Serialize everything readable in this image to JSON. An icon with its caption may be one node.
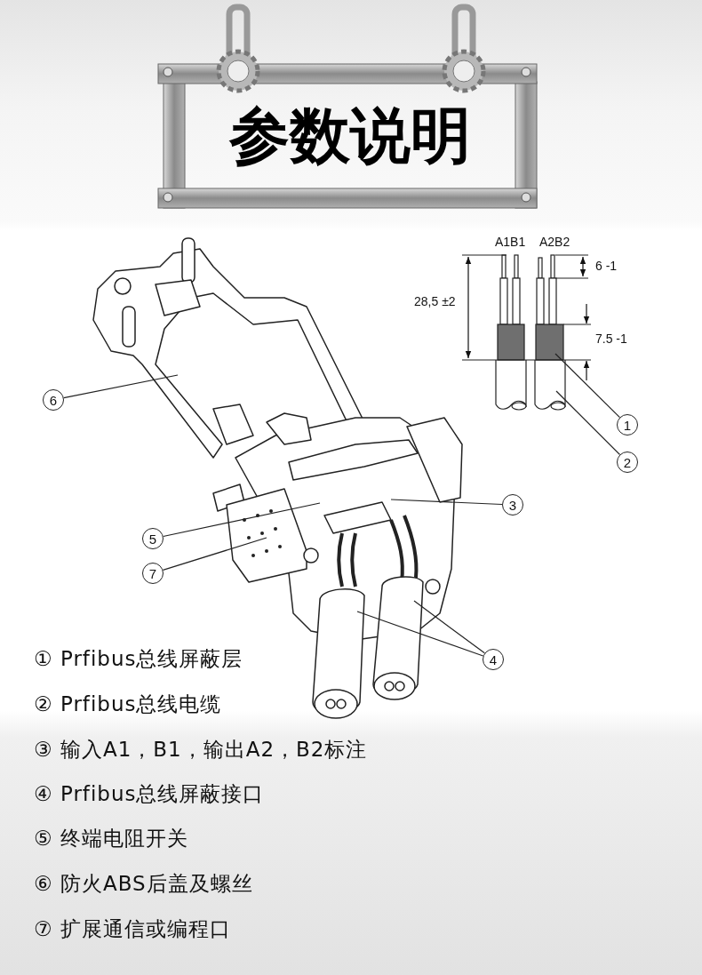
{
  "diagram": {
    "title": "参数说明",
    "nodes": [
      {
        "text": [
          "6"
        ]
      },
      {
        "text": [
          "1"
        ]
      },
      {
        "text": [
          "2"
        ]
      },
      {
        "text": [
          "3"
        ]
      },
      {
        "text": [
          "5"
        ]
      },
      {
        "text": [
          "7"
        ]
      },
      {
        "text": [
          "4"
        ]
      }
    ],
    "edges": [
      {
        "from": 0,
        "to": null,
        "arrow": "none"
      },
      {
        "from": 1,
        "to": null,
        "arrow": "none"
      },
      {
        "from": 2,
        "to": null,
        "arrow": "none"
      },
      {
        "from": 3,
        "to": null,
        "arrow": "none"
      },
      {
        "from": 4,
        "to": null,
        "arrow": "none"
      },
      {
        "from": 5,
        "to": null,
        "arrow": "none"
      },
      {
        "from": 6,
        "to": null,
        "arrow": "none"
      },
      {
        "from": 6,
        "to": null,
        "arrow": "none"
      }
    ],
    "labels": [
      "A1B1",
      "A2B2",
      "28,5 ±2",
      "6 -1",
      "7.5 -1",
      "① Prfibus总线屏蔽层",
      "② Prfibus总线电缆",
      "③ 输入A1，B1，输出A2，B2标注",
      "④ Prfibus总线屏蔽接口",
      "⑤ 终端电阻开关",
      "⑥ 防火ABS后盖及螺丝",
      "⑦ 扩展通信或编程口"
    ]
  }
}
